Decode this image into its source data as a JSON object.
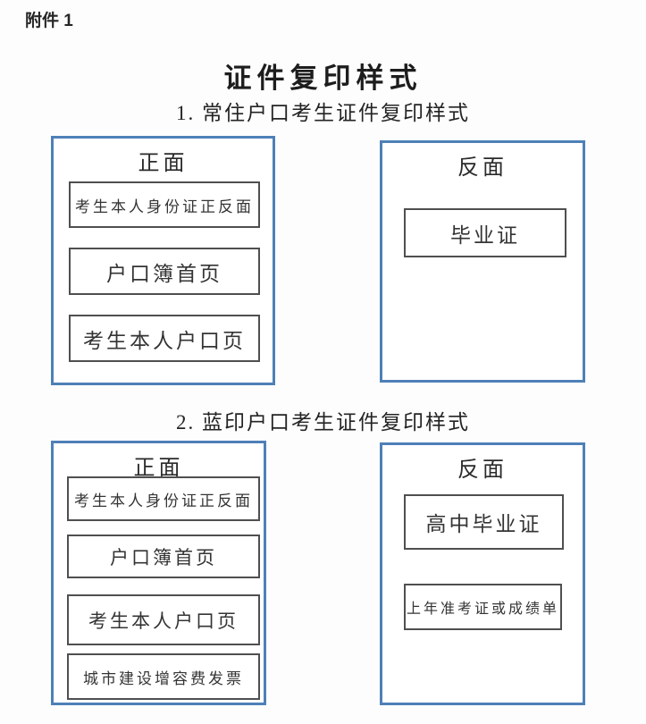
{
  "page": {
    "attachment_label": "附件 1",
    "title": "证件复印样式"
  },
  "sections": [
    {
      "heading": "1. 常住户口考生证件复印样式",
      "front": {
        "label": "正面",
        "items": [
          "考生本人身份证正反面",
          "户口簿首页",
          "考生本人户口页"
        ]
      },
      "back": {
        "label": "反面",
        "items": [
          "毕业证"
        ]
      }
    },
    {
      "heading": "2. 蓝印户口考生证件复印样式",
      "front": {
        "label": "正面",
        "items": [
          "考生本人身份证正反面",
          "户口簿首页",
          "考生本人户口页",
          "城市建设增容费发票"
        ]
      },
      "back": {
        "label": "反面",
        "items": [
          "高中毕业证",
          "上年准考证或成绩单"
        ]
      }
    }
  ],
  "colors": {
    "panel_border": "#4e80b7",
    "item_border": "#4f4f4f",
    "text": "#2e2e2e"
  }
}
